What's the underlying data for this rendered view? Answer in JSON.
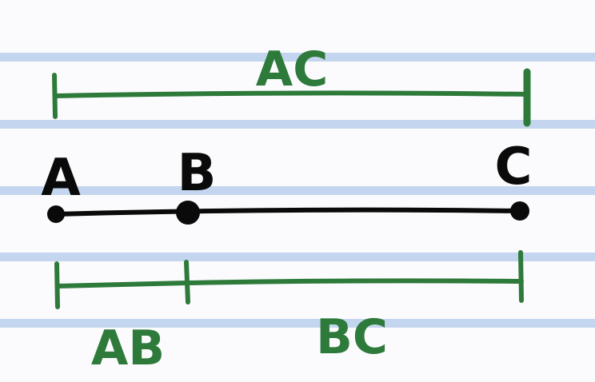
{
  "diagram": {
    "points": [
      {
        "id": "A",
        "label": "A"
      },
      {
        "id": "B",
        "label": "B"
      },
      {
        "id": "C",
        "label": "C"
      }
    ],
    "segments": [
      {
        "id": "AC",
        "label": "AC",
        "side": "above"
      },
      {
        "id": "AB",
        "label": "AB",
        "side": "below"
      },
      {
        "id": "BC",
        "label": "BC",
        "side": "below"
      }
    ]
  },
  "colors": {
    "paper": "#fbfbfd",
    "ruled_line": "#b9cdea",
    "main_line": "#0a0a0a",
    "bracket": "#2e7a3a"
  }
}
